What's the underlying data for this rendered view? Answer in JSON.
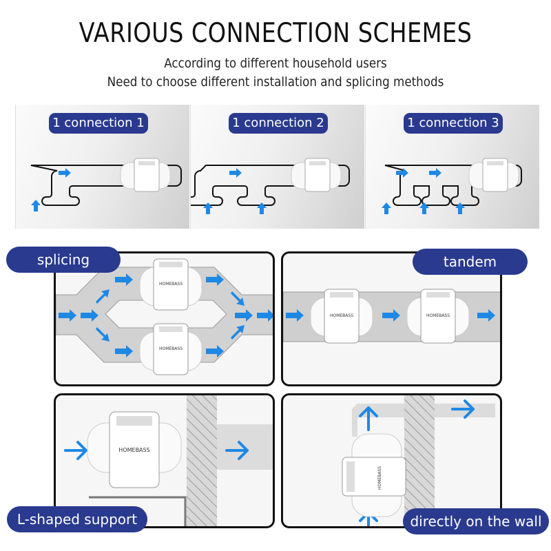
{
  "header": {
    "title": "VARIOUS CONNECTION SCHEMES",
    "subtitle_line1": "According to different household users",
    "subtitle_line2": "Need to choose different installation and splicing methods"
  },
  "connections": [
    {
      "label": "1 connection 1",
      "inlets": 1
    },
    {
      "label": "1 connection 2",
      "inlets": 2
    },
    {
      "label": "1 connection 3",
      "inlets": 3
    }
  ],
  "panels": {
    "splicing": {
      "label": "splicing",
      "fans": 2
    },
    "tandem": {
      "label": "tandem",
      "fans": 2
    },
    "l_shaped": {
      "label": "L-shaped support",
      "fans": 1
    },
    "wall": {
      "label": "directly on the wall",
      "fans": 1
    }
  },
  "fan_brand": "HOMEBASS",
  "colors": {
    "label_bg": "#2a3a8f",
    "arrow": "#1e88e5",
    "duct": "#cfcfcf"
  }
}
